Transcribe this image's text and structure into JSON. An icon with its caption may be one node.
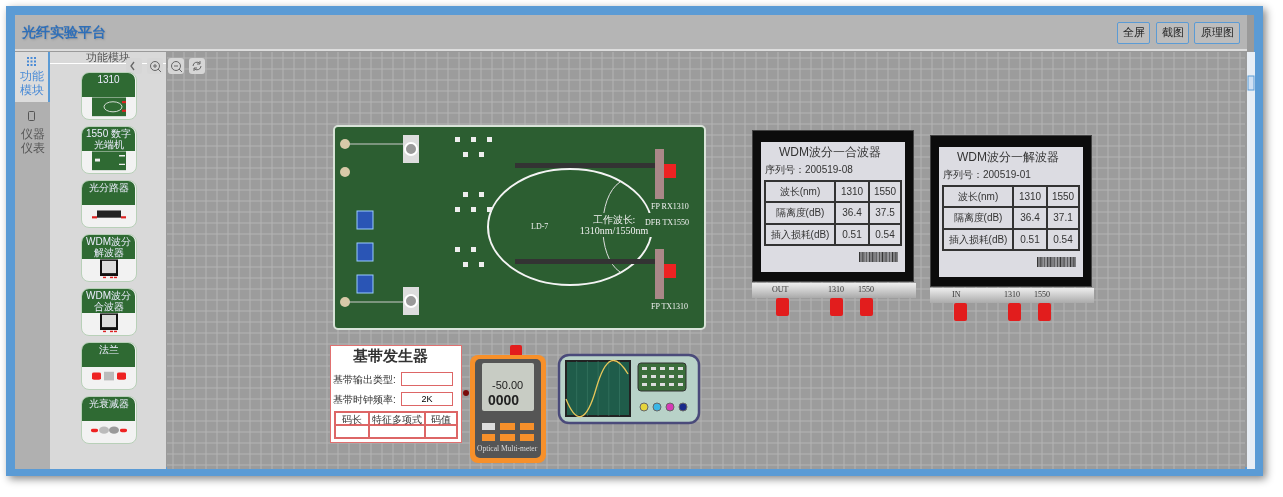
{
  "diagram": {
    "title": "光纤实验平台",
    "nodes": [
      {
        "text": [
          "1310"
        ]
      },
      {
        "text": [
          "1550 数字光端机"
        ]
      },
      {
        "text": [
          "光分路器"
        ]
      },
      {
        "text": [
          "WDM波分解波器"
        ]
      },
      {
        "text": [
          "WDM波分合波器"
        ]
      },
      {
        "text": [
          "法兰"
        ]
      },
      {
        "text": [
          "光衰减器"
        ]
      },
      {
        "text": [
          "LD-7",
          "工作波长: 1310nm/1550nm",
          "FP RX1310",
          "DFB TX1550",
          "FP TX1310"
        ]
      },
      {
        "text": [
          "WDM波分一合波器",
          "序列号：200519-08",
          "波长(nm)",
          "1310",
          "1550",
          "隔离度(dB)",
          "36.4",
          "37.5",
          "插入损耗(dB)",
          "0.51",
          "0.54",
          "OUT",
          "1310",
          "1550"
        ]
      },
      {
        "text": [
          "WDM波分一解波器",
          "序列号：200519-01",
          "波长(nm)",
          "1310",
          "1550",
          "隔离度(dB)",
          "36.4",
          "37.1",
          "插入损耗(dB)",
          "0.51",
          "0.54",
          "IN",
          "1310",
          "1550"
        ]
      },
      {
        "text": [
          "基带发生器",
          "基带输出类型:",
          "基带时钟频率:",
          "2K",
          "码长",
          "特征多项式",
          "码值"
        ]
      },
      {
        "text": [
          "-50.00",
          "0000",
          "Optical Multi-meter"
        ]
      },
      {
        "text": [],
        "shape": "picture"
      }
    ],
    "labels": [
      "全屏",
      "截图",
      "原理图",
      "功能模块",
      "仪器仪表",
      "功能模块"
    ]
  }
}
